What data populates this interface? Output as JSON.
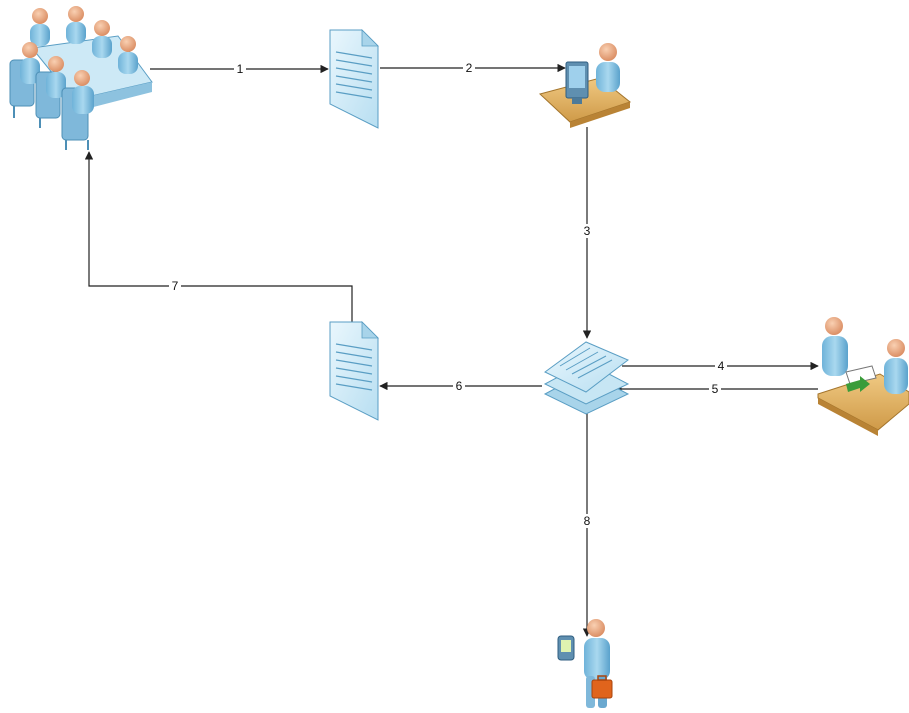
{
  "diagram": {
    "nodes": [
      {
        "id": "meeting",
        "icon": "meeting-table-icon"
      },
      {
        "id": "document-1",
        "icon": "document-icon"
      },
      {
        "id": "workstation",
        "icon": "computer-user-icon"
      },
      {
        "id": "document-stack",
        "icon": "document-stack-icon"
      },
      {
        "id": "handover",
        "icon": "desk-exchange-icon"
      },
      {
        "id": "document-2",
        "icon": "document-icon"
      },
      {
        "id": "field-worker",
        "icon": "mobile-worker-icon"
      }
    ],
    "edges": [
      {
        "from": "meeting",
        "to": "document-1",
        "label": "1"
      },
      {
        "from": "document-1",
        "to": "workstation",
        "label": "2"
      },
      {
        "from": "workstation",
        "to": "document-stack",
        "label": "3"
      },
      {
        "from": "document-stack",
        "to": "handover",
        "label": "4"
      },
      {
        "from": "handover",
        "to": "document-stack",
        "label": "5"
      },
      {
        "from": "document-stack",
        "to": "document-2",
        "label": "6"
      },
      {
        "from": "document-2",
        "to": "meeting",
        "label": "7"
      },
      {
        "from": "document-stack",
        "to": "field-worker",
        "label": "8"
      }
    ]
  },
  "colors": {
    "person_skin": "#f2b48c",
    "person_body": "#8fc8e6",
    "document": "#d7eef8",
    "document_lines": "#5a9ec4",
    "desk": "#e2b769",
    "line": "#222222",
    "arrow_green": "#3a9c3a",
    "briefcase": "#e0641c"
  }
}
